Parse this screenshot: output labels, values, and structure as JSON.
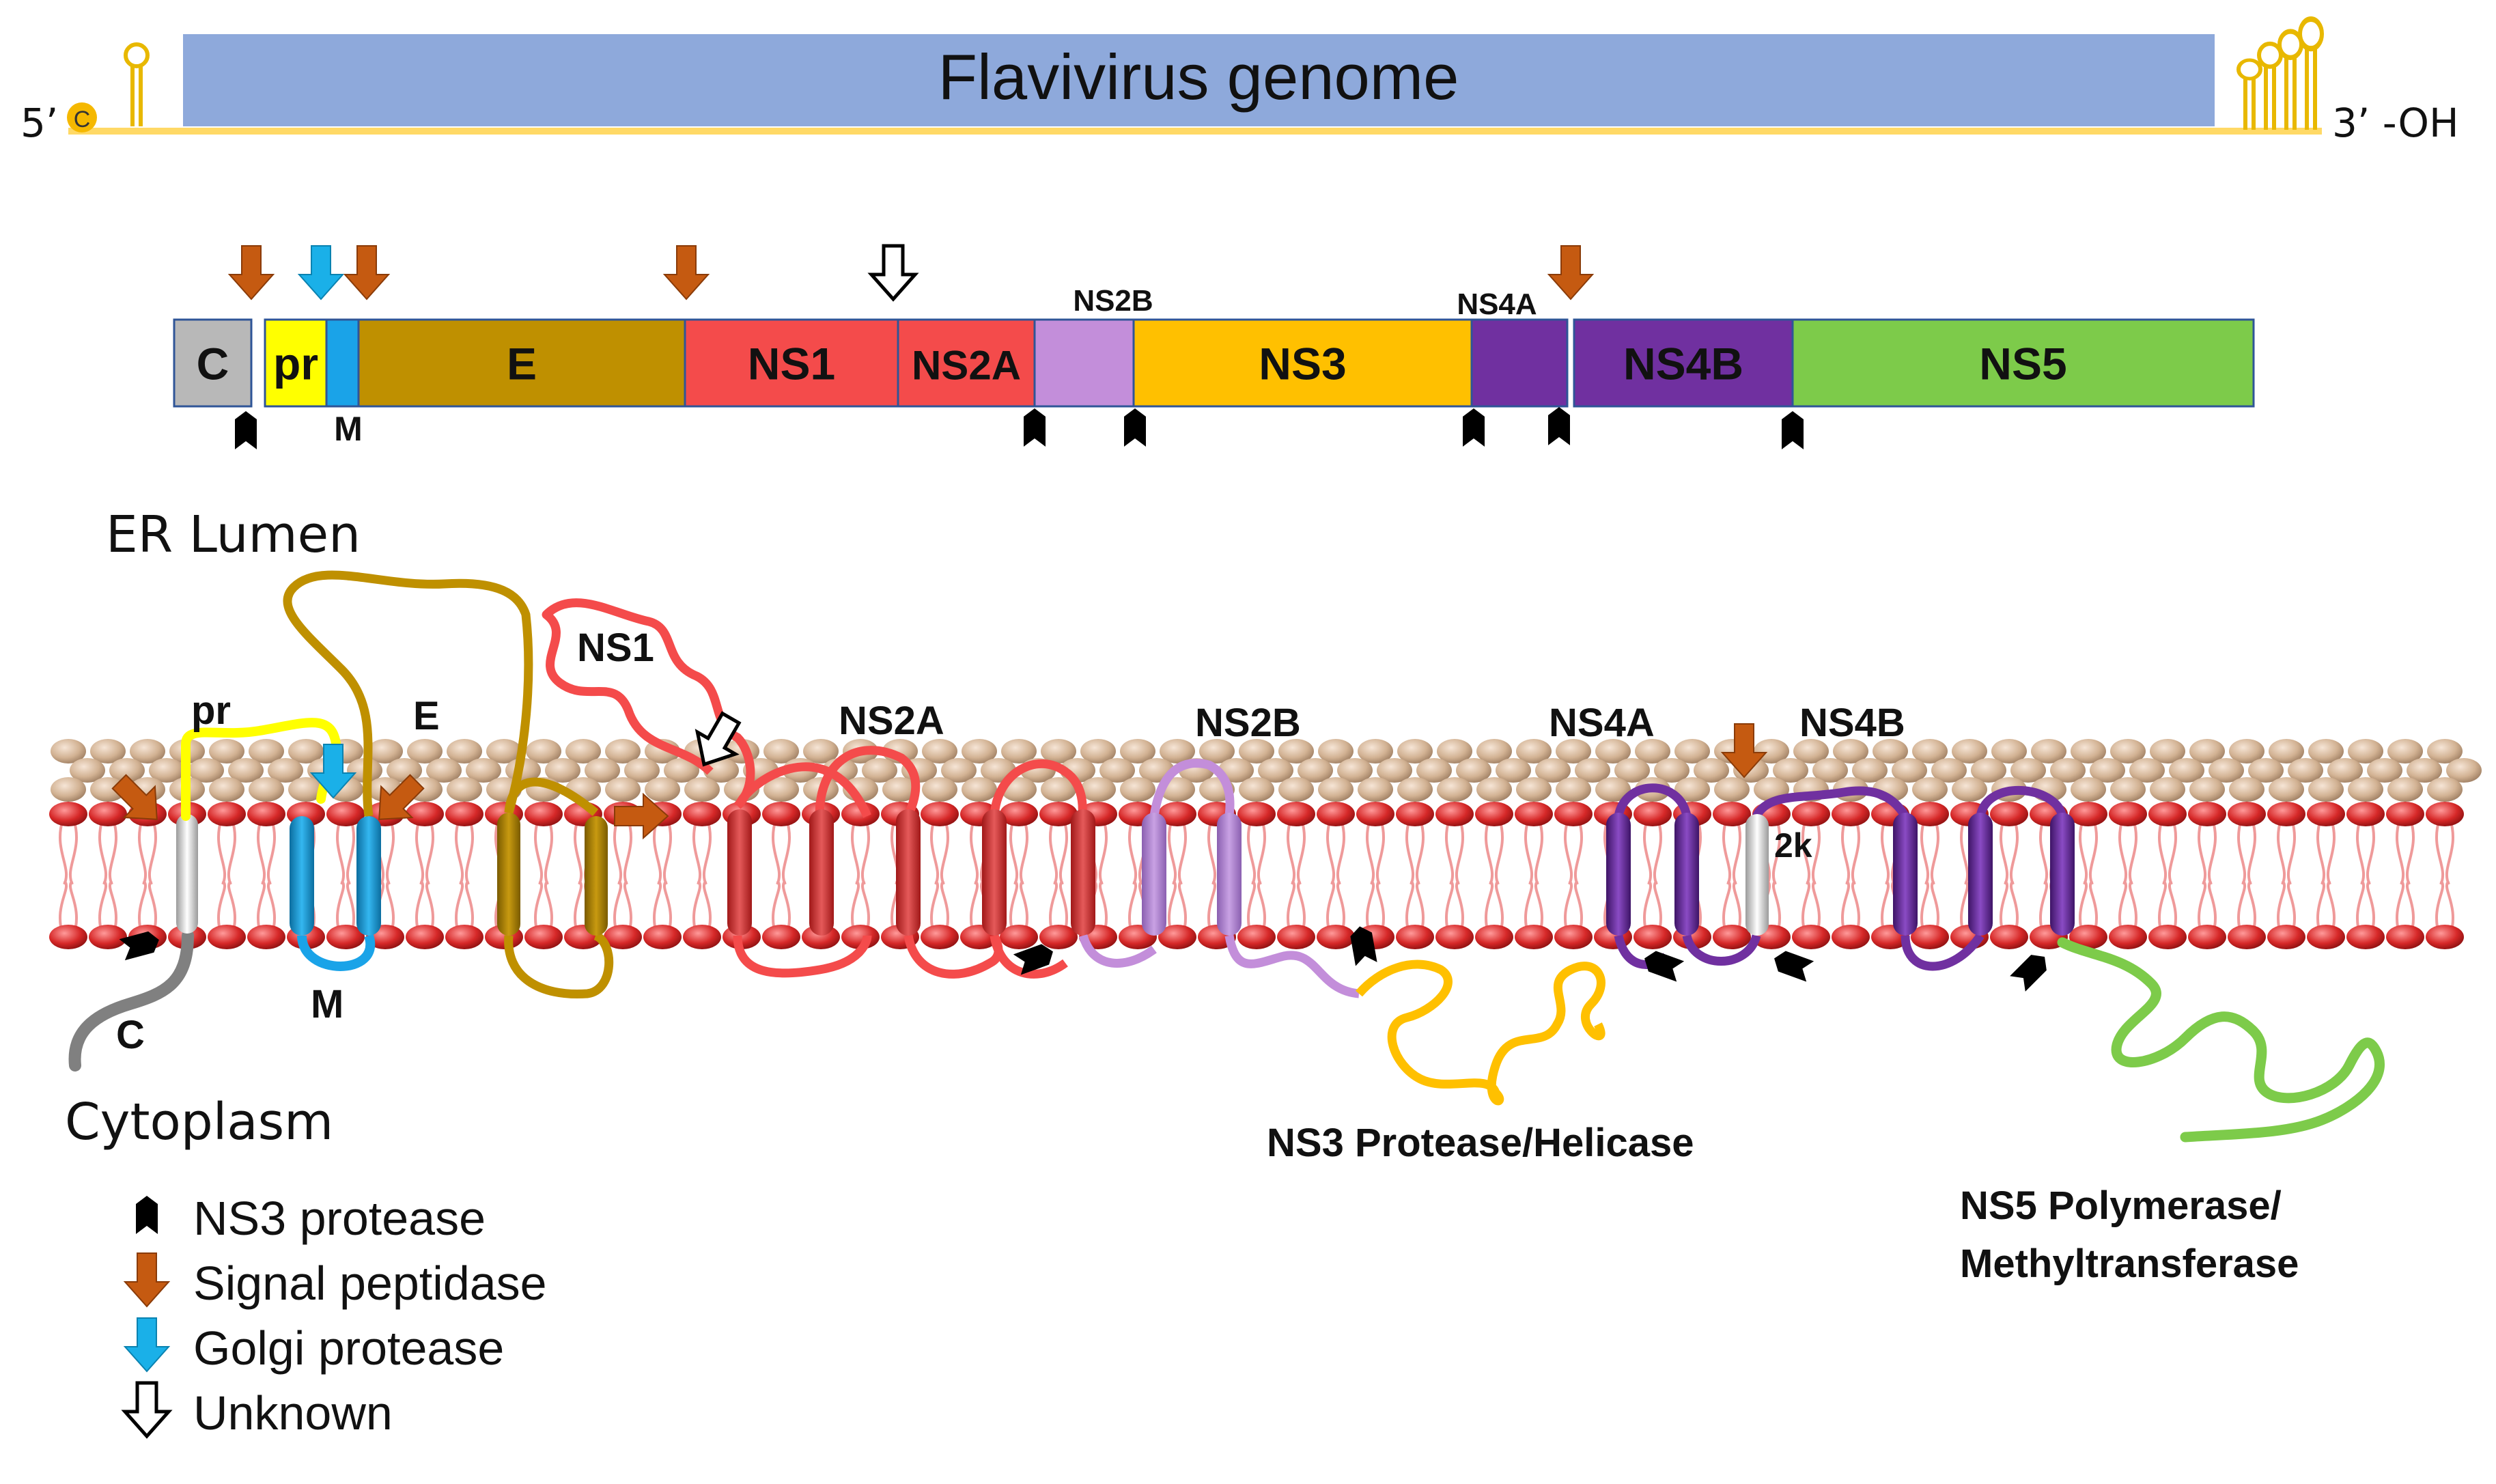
{
  "genome": {
    "title": "Flavivirus genome",
    "five_prime": "5’",
    "cap_letter": "C",
    "three_prime": "3’ -OH"
  },
  "polyprotein": {
    "segments": [
      {
        "label": "C",
        "color": "#B8B8B8"
      },
      {
        "label": "pr",
        "color": "#FFFF00"
      },
      {
        "label": "",
        "color": "#1AA3E8"
      },
      {
        "label": "E",
        "color": "#BF9000"
      },
      {
        "label": "NS1",
        "color": "#F44B4B"
      },
      {
        "label": "NS2A",
        "color": "#F44B4B"
      },
      {
        "label": "",
        "color": "#C38EDA"
      },
      {
        "label": "NS3",
        "color": "#FFC000"
      },
      {
        "label": "",
        "color": "#7030A0"
      },
      {
        "label": "NS4B",
        "color": "#7030A0"
      },
      {
        "label": "NS5",
        "color": "#7DCB4A"
      }
    ],
    "above_labels": {
      "ns2b": "NS2B",
      "ns4a": "NS4A"
    },
    "below_labels": {
      "m": "M"
    }
  },
  "membrane": {
    "er_lumen": "ER Lumen",
    "cytoplasm": "Cytoplasm",
    "labels": {
      "pr": "pr",
      "e": "E",
      "ns1": "NS1",
      "ns2a": "NS2A",
      "ns2b": "NS2B",
      "ns4a": "NS4A",
      "ns4b": "NS4B",
      "two_k": "2k",
      "m": "M",
      "c": "C",
      "ns3_func": "NS3 Protease/Helicase",
      "ns5_func_line1": "NS5 Polymerase/",
      "ns5_func_line2": "Methyltransferase"
    }
  },
  "legend": [
    {
      "label": "NS3 protease",
      "icon": "black-chevron-icon"
    },
    {
      "label": "Signal peptidase",
      "icon": "brown-arrow-icon"
    },
    {
      "label": "Golgi protease",
      "icon": "cyan-arrow-icon"
    },
    {
      "label": "Unknown",
      "icon": "white-arrow-icon"
    }
  ],
  "colors": {
    "genome_bar": "#8EA9DB",
    "rna_line": "#FFD966",
    "signal_peptidase": "#C55A11",
    "golgi_protease": "#1AB0E8",
    "ns3_protease": "#000000",
    "lipid_head": "#D83030",
    "lipid_head_top": "#D6B9A0",
    "c_protein": "#808080",
    "pr_protein": "#FFFF00",
    "m_protein": "#1AA3E8",
    "e_protein": "#BF9000",
    "ns1_ns2a": "#F44B4B",
    "ns2b": "#C38EDA",
    "ns3": "#FFC000",
    "ns4": "#7030A0",
    "ns5": "#7DCB4A"
  }
}
